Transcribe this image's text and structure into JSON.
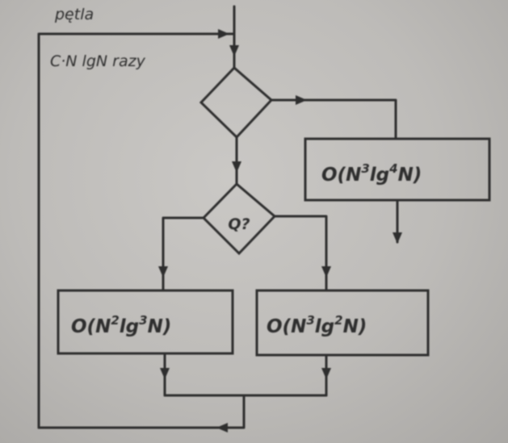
{
  "loop_label": "pętla",
  "loop_count_label": "C·N lgN razy",
  "decision_2": {
    "label": "Q?"
  },
  "box_right": {
    "prefix": "O(N",
    "exp1": "3",
    "mid": "lg",
    "exp2": "4",
    "suffix": "N)"
  },
  "box_left": {
    "prefix": "O(N",
    "exp1": "2",
    "mid": "lg",
    "exp2": "3",
    "suffix": "N)"
  },
  "box_middle": {
    "prefix": "O(N",
    "exp1": "3",
    "mid": "lg",
    "exp2": "2",
    "suffix": "N)"
  }
}
